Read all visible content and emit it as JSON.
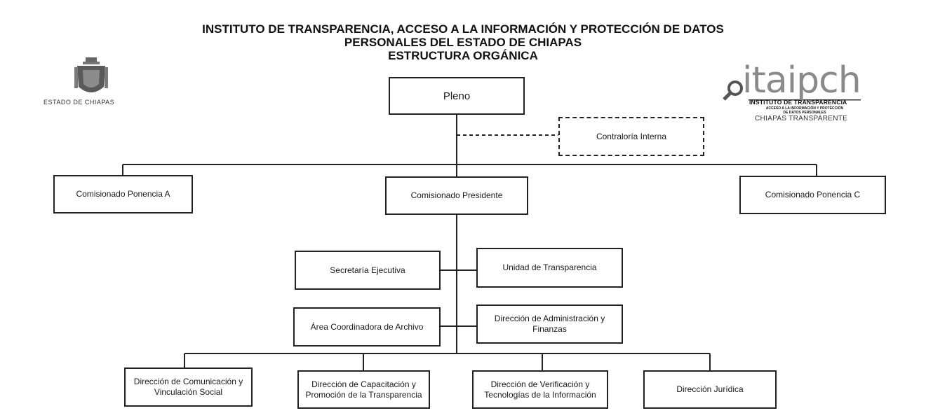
{
  "header": {
    "line1": "INSTITUTO DE TRANSPARENCIA, ACCESO A LA INFORMACIÓN Y PROTECCIÓN DE DATOS",
    "line2": "PERSONALES DEL ESTADO DE CHIAPAS",
    "line3": "ESTRUCTURA ORGÁNICA"
  },
  "left_logo": {
    "caption": "ESTADO DE CHIAPAS"
  },
  "right_logo": {
    "wordmark": "itaipch",
    "line1": "INSTITUTO DE TRANSPARENCIA",
    "line2": "ACCESO A LA INFORMACIÓN Y PROTECCIÓN",
    "line3": "DE DATOS PERSONALES",
    "line4": "CHIAPAS TRANSPARENTE"
  },
  "chart": {
    "pleno": "Pleno",
    "contraloria": "Contraloría Interna",
    "ponencia_a": "Comisionado Ponencia A",
    "presidente": "Comisionado Presidente",
    "ponencia_c": "Comisionado Ponencia C",
    "secretaria": "Secretaría Ejecutiva",
    "unidad_transparencia": "Unidad de Transparencia",
    "area_archivo": "Área Coordinadora de Archivo",
    "dir_administracion": "Dirección de Administración y Finanzas",
    "dir_comunicacion": "Dirección de Comunicación y Vinculación Social",
    "dir_capacitacion": "Dirección de Capacitación y Promoción de la Transparencia",
    "dir_verificacion": "Dirección de Verificación y Tecnologías de la Información",
    "dir_juridica": "Dirección Jurídica"
  },
  "colors": {
    "line": "#222222",
    "logo_gray": "#8a8a8a",
    "coat_shield": "#5a5a5a"
  }
}
